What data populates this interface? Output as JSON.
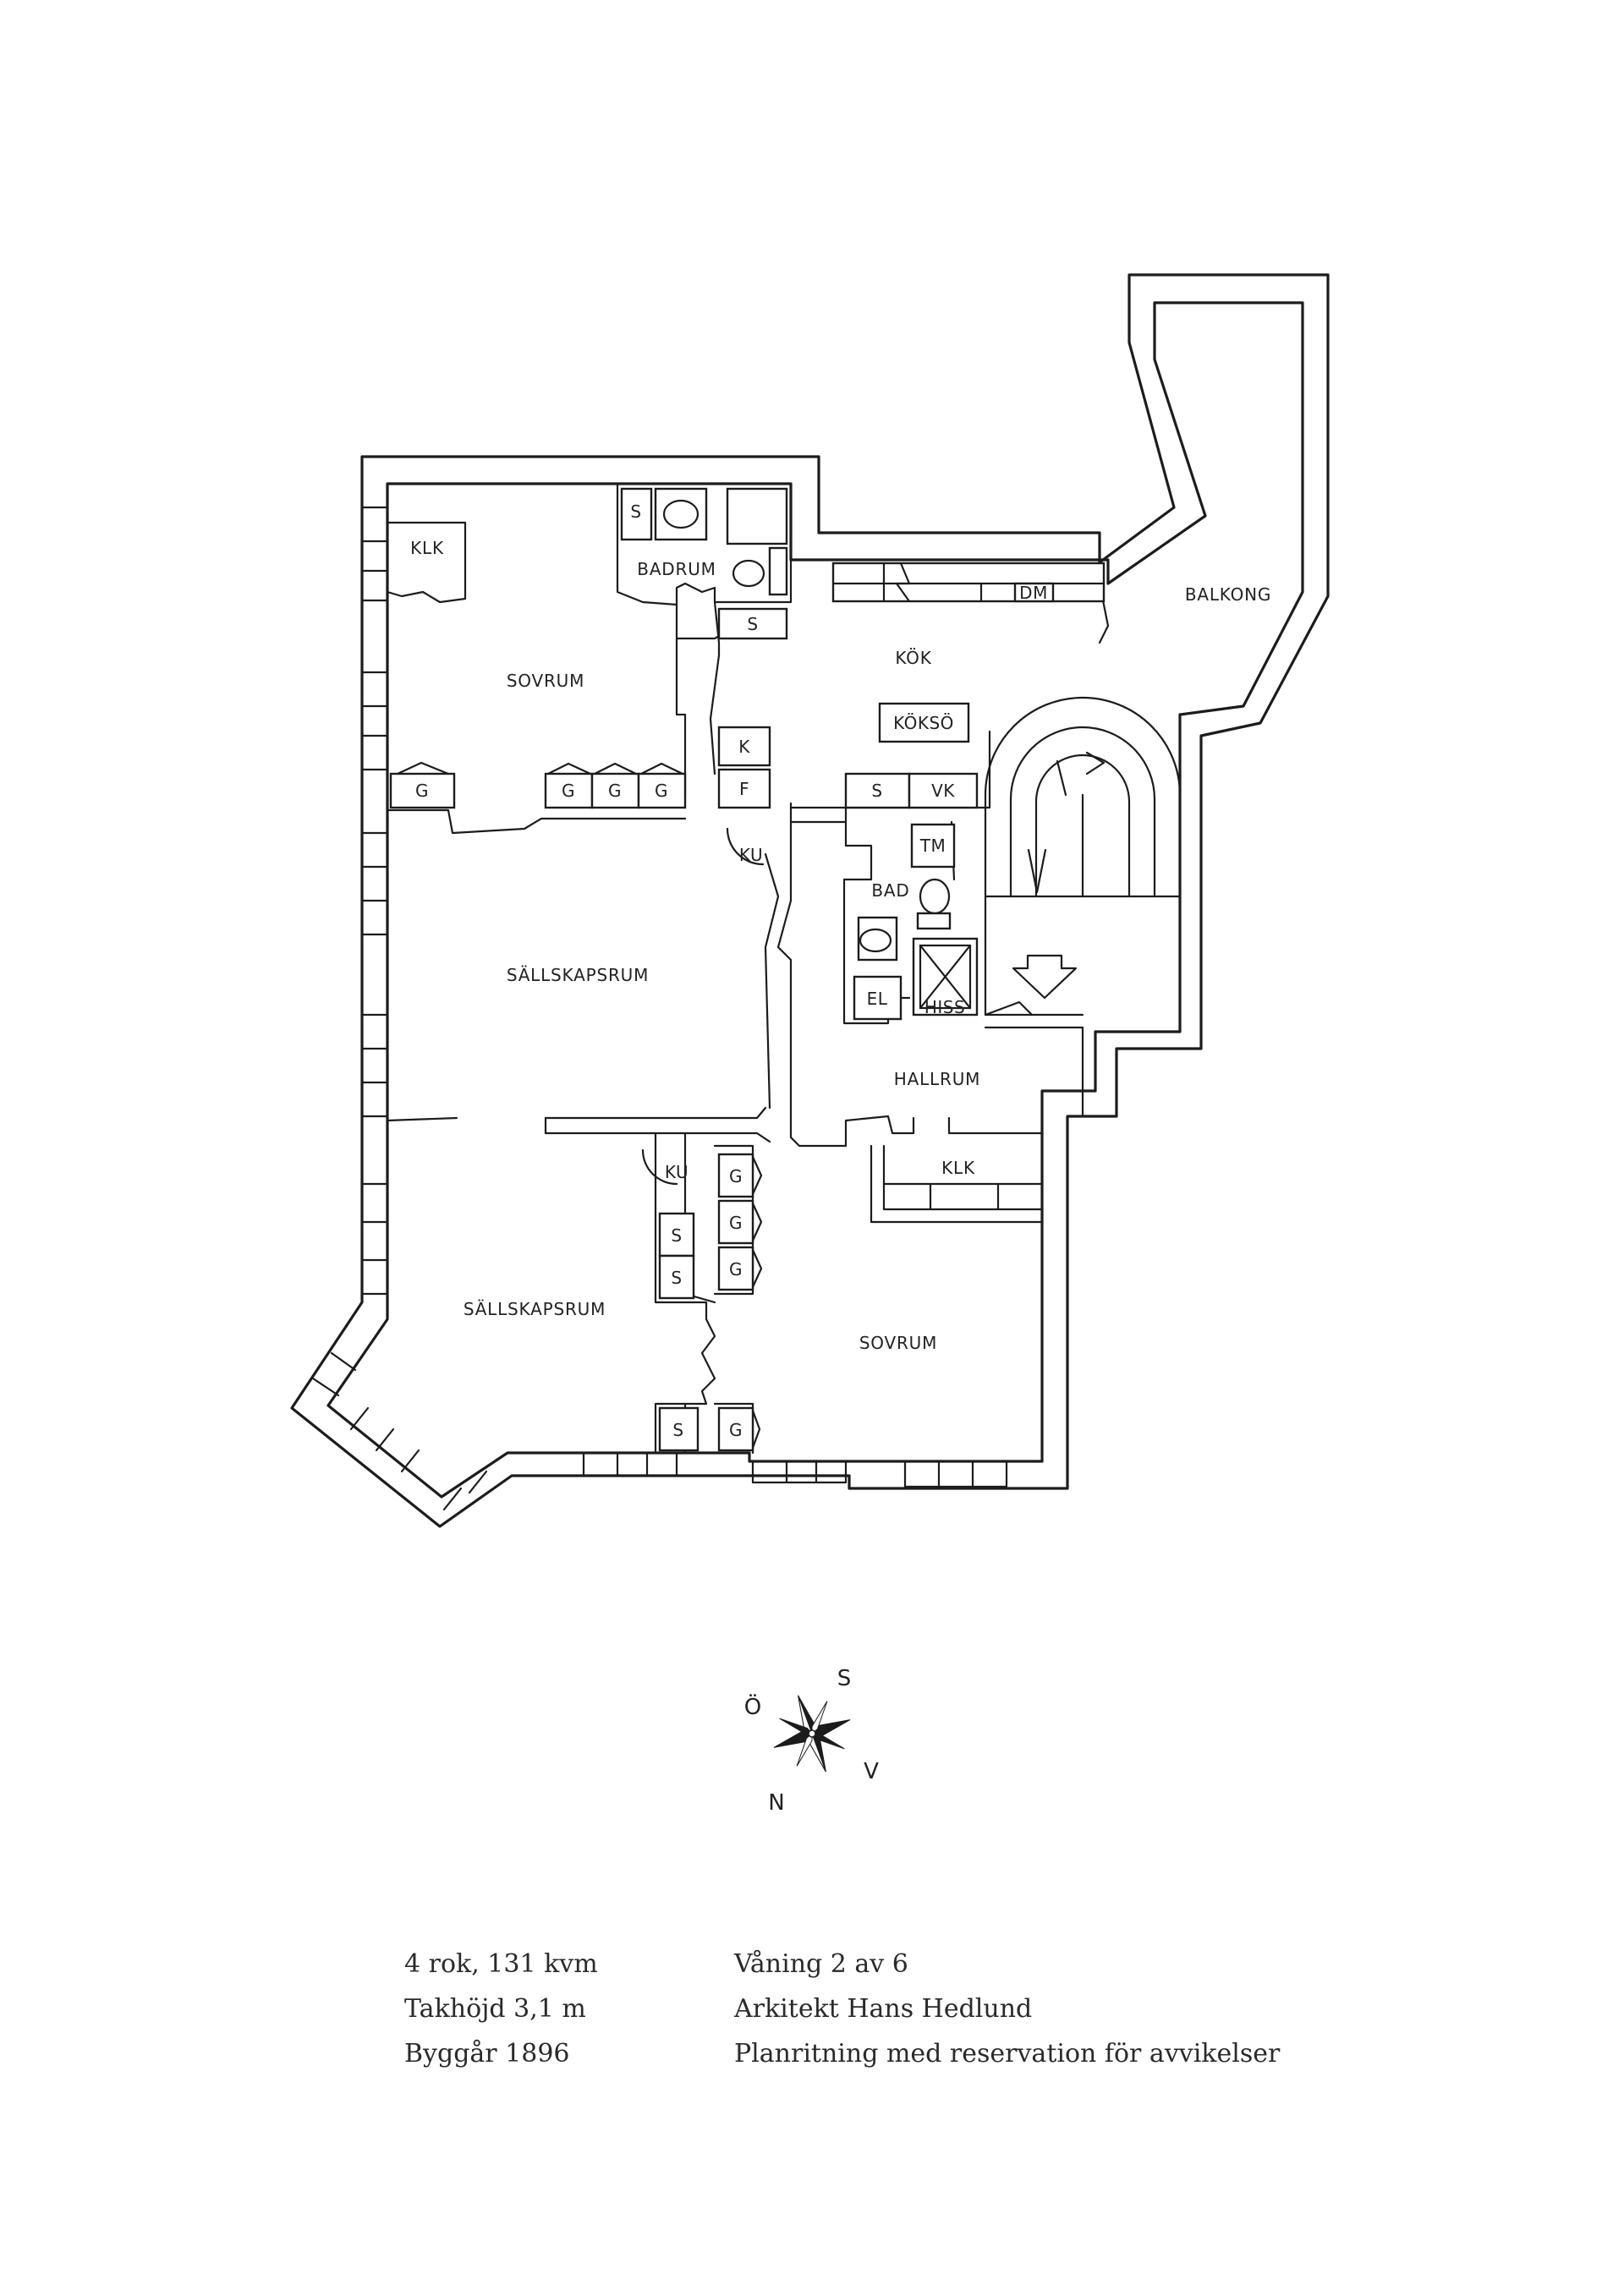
{
  "rooms": {
    "klk_top": "KLK",
    "badrum": "BADRUM",
    "sovrum_top": "SOVRUM",
    "kok": "KÖK",
    "koks_o": "KÖKSÖ",
    "balkong": "BALKONG",
    "sallskapsrum_1": "SÄLLSKAPSRUM",
    "bad": "BAD",
    "hallrum": "HALLRUM",
    "klk_bottom": "KLK",
    "sallskapsrum_2": "SÄLLSKAPSRUM",
    "sovrum_bottom": "SOVRUM"
  },
  "fixtures": {
    "s": "S",
    "g": "G",
    "k": "K",
    "f": "F",
    "ku": "KU",
    "vk": "VK",
    "tm": "TM",
    "el": "EL",
    "hiss": "HISS",
    "dm": "DM"
  },
  "compass": {
    "north": "N",
    "south": "S",
    "east": "Ö",
    "west": "V"
  },
  "info": {
    "left": [
      "4 rok, 131 kvm",
      "Takhöjd 3,1 m",
      "Byggår 1896"
    ],
    "right": [
      "Våning 2 av 6",
      "Arkitekt Hans Hedlund",
      "Planritning med reservation för avvikelser"
    ]
  }
}
